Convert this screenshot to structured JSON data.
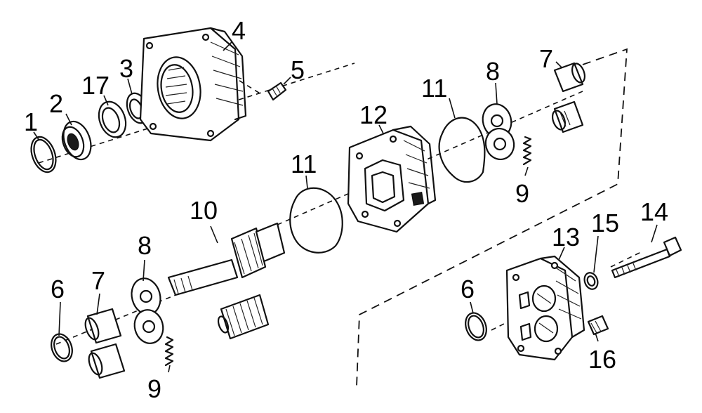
{
  "labels": {
    "l1": "1",
    "l2": "2",
    "l17": "17",
    "l3": "3",
    "l4": "4",
    "l5": "5",
    "l12": "12",
    "l11a": "11",
    "l11b": "11",
    "l8a": "8",
    "l7a": "7",
    "l9a": "9",
    "l10": "10",
    "l8b": "8",
    "l6a": "6",
    "l7b": "7",
    "l9b": "9",
    "l6b": "6",
    "l13": "13",
    "l15": "15",
    "l14": "14",
    "l16": "16"
  }
}
